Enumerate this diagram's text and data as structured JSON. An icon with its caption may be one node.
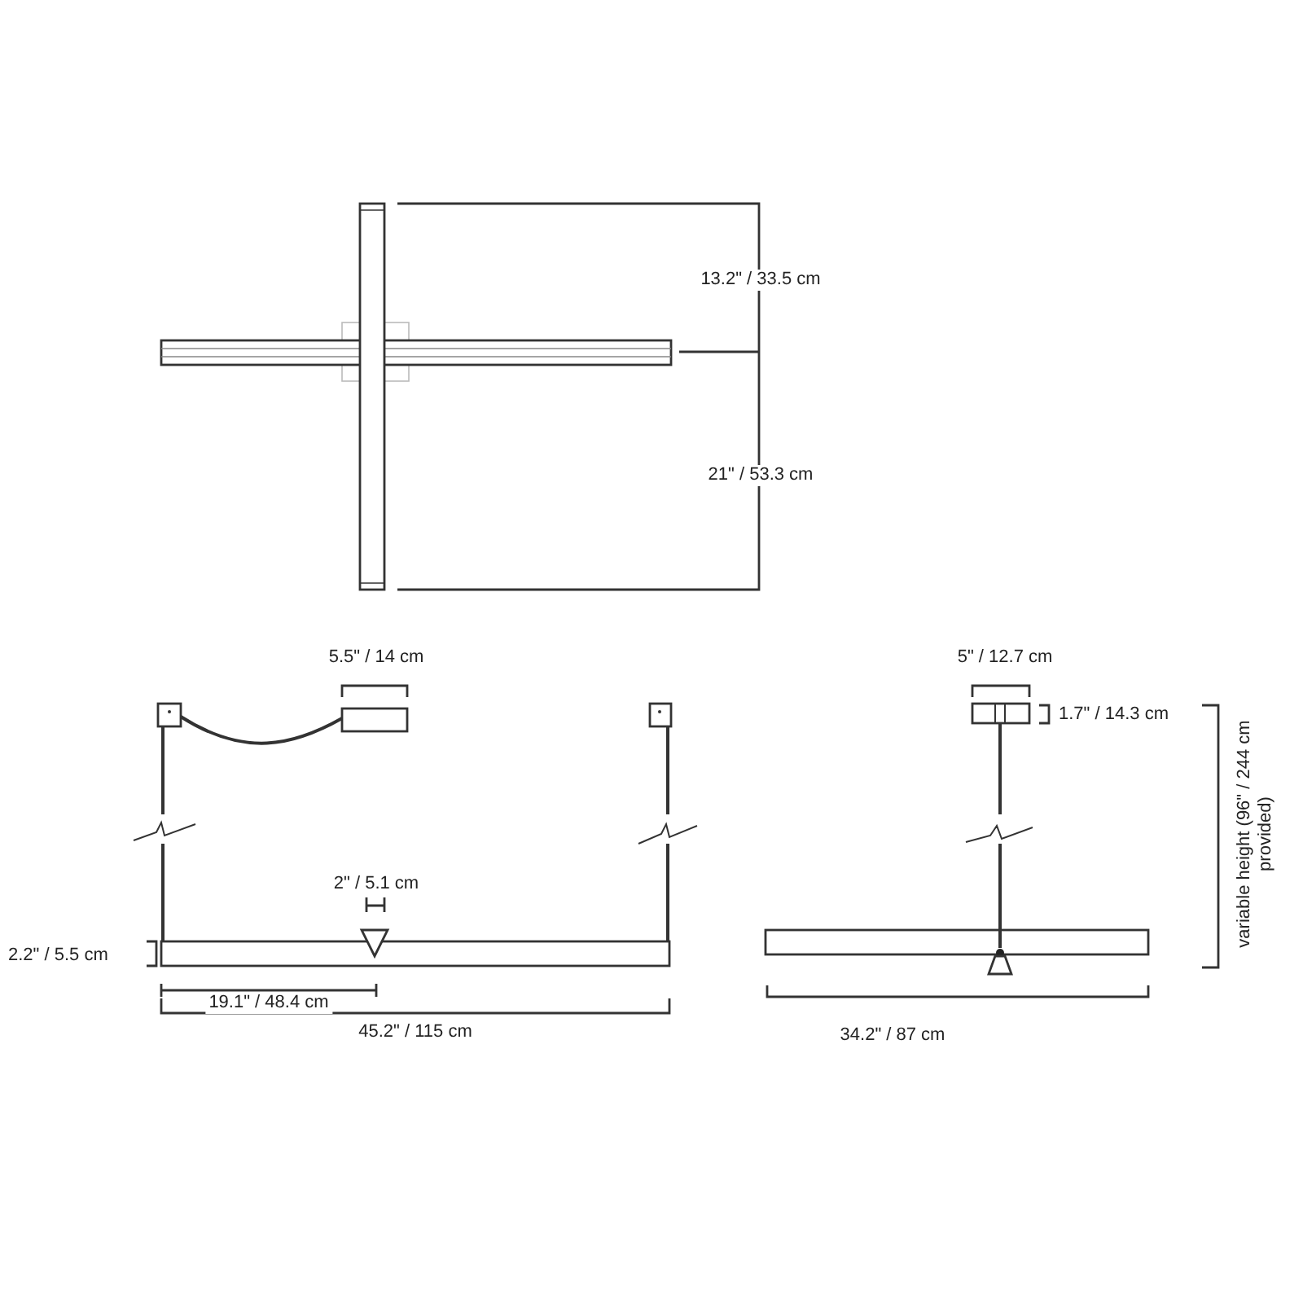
{
  "diagram": {
    "labels": [
      "13.2\" / 33.5 cm",
      "21\" / 53.3 cm",
      "5.5\" / 14 cm",
      "5\" / 12.7 cm",
      "1.7\" / 14.3 cm",
      "variable height (96\" / 244 cm provided)",
      "2\" / 5.1 cm",
      "2.2\" / 5.5 cm",
      "19.1\" / 48.4 cm",
      "45.2\" / 115 cm",
      "34.2\" / 87 cm"
    ]
  }
}
